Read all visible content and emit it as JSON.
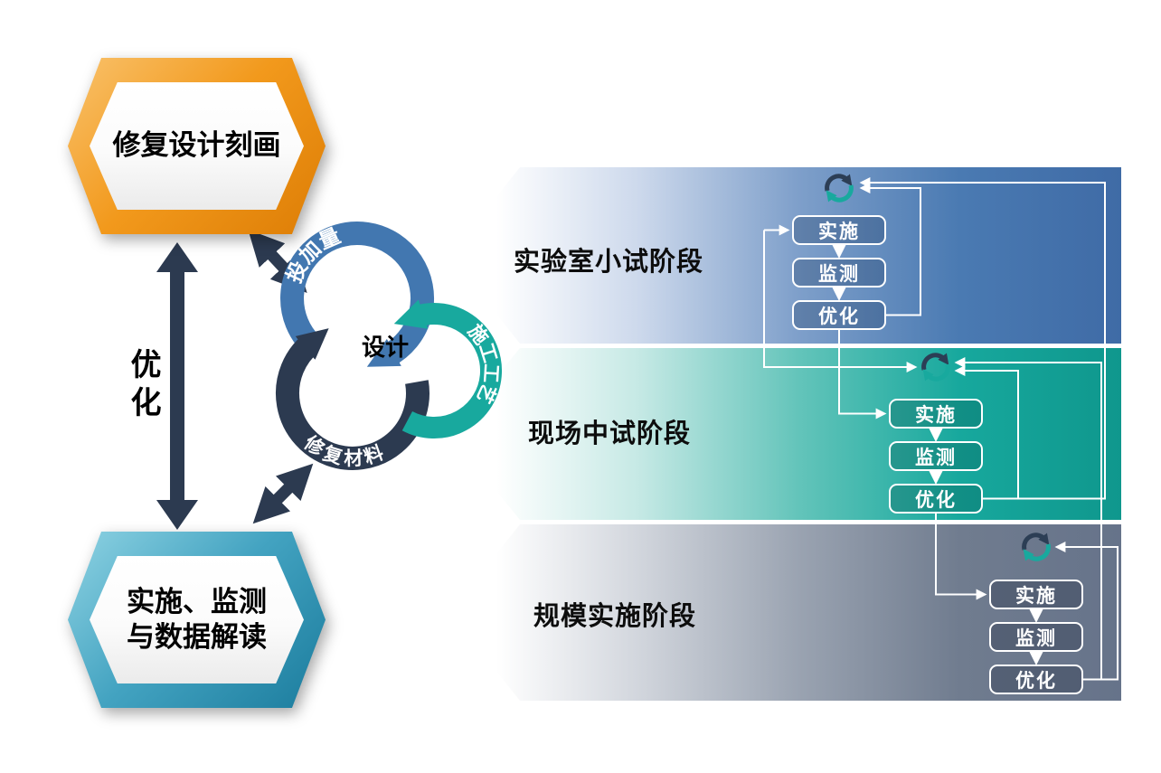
{
  "palette": {
    "orange": "#f2991c",
    "plaque_blue": "#43a3c1",
    "navy": "#2c3a50",
    "cycle_blue": "#4277b0",
    "cycle_teal": "#18a99e",
    "band_blue": "#4a7ab2",
    "band_teal": "#17a89d",
    "band_gray": "#6e7a8e"
  },
  "left_flow": {
    "design_box": "修复设计刻画",
    "implement_box_line1": "实施、监测",
    "implement_box_line2": "与数据解读",
    "optimize_label": "优化"
  },
  "cycle": {
    "center": "设计",
    "arc_dosage": "投加量",
    "arc_process": "施工工艺",
    "arc_material": "修复材料"
  },
  "stages": [
    {
      "title": "实验室小试阶段",
      "steps": [
        "实施",
        "监测",
        "优化"
      ]
    },
    {
      "title": "现场中试阶段",
      "steps": [
        "实施",
        "监测",
        "优化"
      ]
    },
    {
      "title": "规模实施阶段",
      "steps": [
        "实施",
        "监测",
        "优化"
      ]
    }
  ]
}
